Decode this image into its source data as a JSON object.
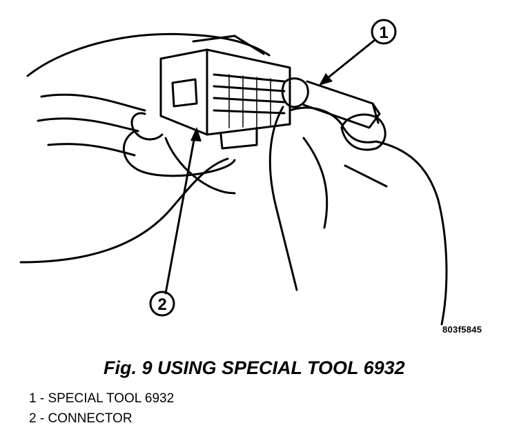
{
  "callouts": [
    {
      "number": "1"
    },
    {
      "number": "2"
    }
  ],
  "figure_id": "803f5845",
  "caption": "Fig. 9 USING SPECIAL TOOL 6932",
  "legend": [
    {
      "text": "1 - SPECIAL TOOL 6932"
    },
    {
      "text": "2 - CONNECTOR"
    }
  ]
}
